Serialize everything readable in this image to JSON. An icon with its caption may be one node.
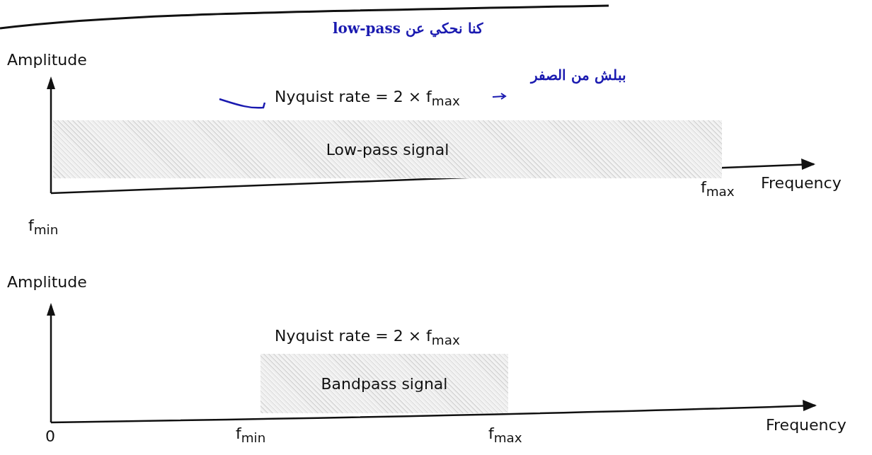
{
  "diagram": {
    "nodes": [
      {
        "text": [
          "Low-pass signal"
        ]
      },
      {
        "text": [
          "Bandpass signal"
        ]
      }
    ],
    "labels": [
      "كنا نحكي عن low-pass",
      "Amplitude",
      "ببلش من الصفر",
      "Nyquist rate = 2 × f$_{max}$",
      "f$_{max}$",
      "Frequency",
      "f$_{min}$",
      "Amplitude",
      "Nyquist rate = 2 × f$_{max}$",
      "0",
      "f$_{min}$",
      "f$_{max}$",
      "Frequency"
    ]
  }
}
